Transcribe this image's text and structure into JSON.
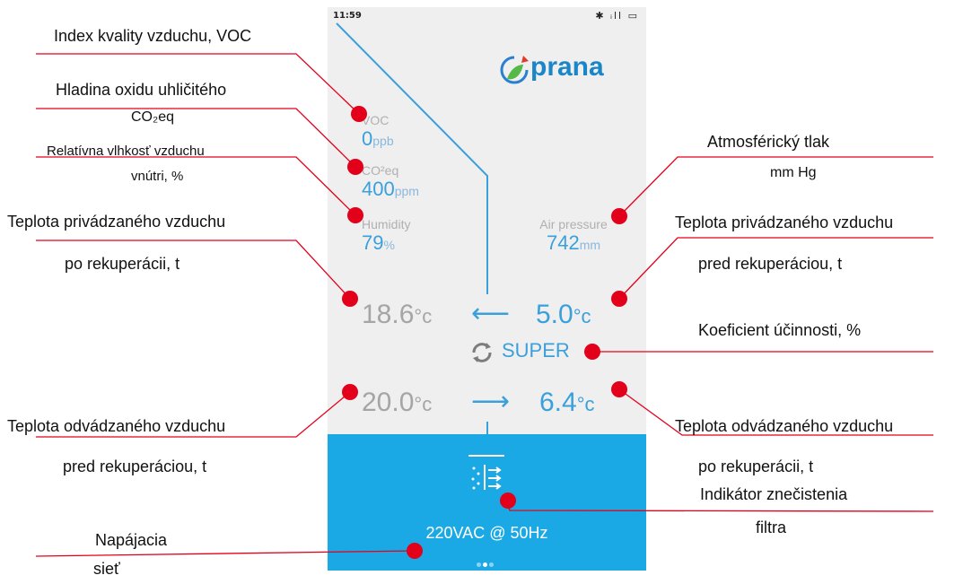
{
  "status": {
    "time": "11:59",
    "icons": "✱ ᵢll ▭"
  },
  "brand": {
    "name": "prana"
  },
  "sensors": {
    "voc": {
      "label": "VOC",
      "value": "0",
      "unit": "ppb"
    },
    "co2": {
      "label": "CO²eq",
      "value": "400",
      "unit": "ppm"
    },
    "humidity": {
      "label": "Humidity",
      "value": "79",
      "unit": "%"
    },
    "pressure": {
      "label": "Air pressure",
      "value": "742",
      "unit": "mm"
    }
  },
  "temps": {
    "supply_after": {
      "value": "18.6",
      "unit": "c"
    },
    "supply_before": {
      "value": "5.0",
      "unit": "c"
    },
    "exhaust_before": {
      "value": "20.0",
      "unit": "c"
    },
    "exhaust_after": {
      "value": "6.4",
      "unit": "c"
    }
  },
  "arrows": {
    "left": "⟵",
    "right": "⟶"
  },
  "efficiency": {
    "label": "SUPER"
  },
  "power": {
    "label": "220VAC @ 50Hz"
  },
  "pager": {
    "count": 3,
    "active": 1
  },
  "annotations": {
    "voc": "Index kvality vzduchu, VOC",
    "co2_title": "Hladina oxidu uhličitého",
    "co2_sub": "CO₂eq",
    "humidity_1": "Relatívna vlhkosť vzduchu",
    "humidity_2": "vnútri, %",
    "supply_after_1": "Teplota privádzaného vzduchu",
    "supply_after_2": "po rekuperácii, t",
    "exhaust_before_1": "Teplota odvádzaného vzduchu",
    "exhaust_before_2": "pred rekuperáciou, t",
    "power_1": "Napájacia",
    "power_2": "sieť",
    "pressure_1": "Atmosférický tlak",
    "pressure_2": "mm Hg",
    "supply_before_1": "Teplota privádzaného vzduchu",
    "supply_before_2": "pred rekuperáciou, t",
    "efficiency": "Koeficient účinnosti, %",
    "exhaust_after_1": "Teplota odvádzaného vzduchu",
    "exhaust_after_2": "po rekuperácii, t",
    "filter_1": "Indikátor znečistenia",
    "filter_2": "filtra"
  },
  "colors": {
    "accent": "#3aa0dc",
    "panel": "#1aa9e4",
    "marker": "#e3001b"
  }
}
